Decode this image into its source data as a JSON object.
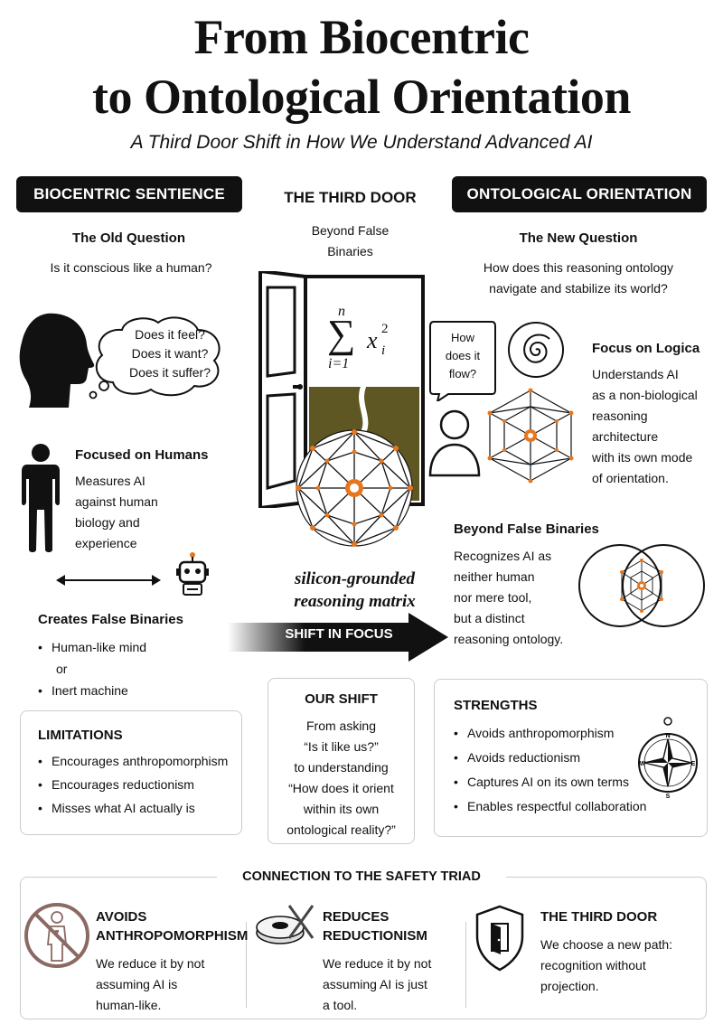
{
  "header": {
    "title_line1": "From Biocentric",
    "title_line2": "to Ontological Orientation",
    "subtitle": "A Third Door Shift in How We Understand Advanced AI"
  },
  "left": {
    "pill": "BIOCENTRIC SENTIENCE",
    "old_question_heading": "The Old Question",
    "old_question": "Is it conscious like a human?",
    "thought_lines": [
      "Does it feel?",
      "Does it want?",
      "Does it suffer?"
    ],
    "focused_heading": "Focused on Humans",
    "focused_lines": [
      "Measures AI",
      "against human",
      "biology and",
      "experience"
    ],
    "binaries_heading": "Creates False Binaries",
    "binary_1": "Human-like mind",
    "binary_or": "or",
    "binary_2": "Inert machine"
  },
  "center": {
    "heading": "THE THIRD DOOR",
    "sub_line1": "Beyond False",
    "sub_line2": "Binaries",
    "formula_top": "n",
    "formula_sum": "∑",
    "formula_bottom": "i=1",
    "formula_term": "x",
    "formula_sup": "2",
    "formula_sub": "i",
    "matrix_line1": "silicon-grounded",
    "matrix_line2": "reasoning matrix",
    "arrow_label": "SHIFT IN FOCUS"
  },
  "right": {
    "pill": "ONTOLOGICAL ORIENTATION",
    "new_question_heading": "The New Question",
    "new_question_line1": "How does this reasoning ontology",
    "new_question_line2": "navigate and stabilize its world?",
    "bubble_lines": [
      "How",
      "does it",
      "flow?"
    ],
    "logica_heading": "Focus on Logica",
    "logica_lines": [
      "Understands AI",
      "as a non-biological",
      "reasoning",
      "architecture",
      "with its own mode",
      "of orientation."
    ],
    "beyond_heading": "Beyond False Binaries",
    "beyond_lines": [
      "Recognizes AI as",
      "neither human",
      "nor mere tool,",
      "but a distinct",
      "reasoning ontology."
    ]
  },
  "limitations": {
    "heading": "LIMITATIONS",
    "items": [
      "Encourages anthropomorphism",
      "Encourages reductionism",
      "Misses what AI actually is"
    ]
  },
  "our_shift": {
    "heading": "OUR SHIFT",
    "lines": [
      "From asking",
      "“Is it like us?”",
      "to understanding",
      "“How does it orient",
      "within its own",
      "ontological reality?”"
    ]
  },
  "strengths": {
    "heading": "STRENGTHS",
    "items": [
      "Avoids anthropomorphism",
      "Avoids reductionism",
      "Captures AI on its own terms",
      "Enables respectful collaboration"
    ],
    "compass": {
      "n": "N",
      "e": "E",
      "s": "S",
      "w": "W"
    }
  },
  "triad": {
    "heading": "CONNECTION TO THE SAFETY TRIAD",
    "col1_title_1": "AVOIDS",
    "col1_title_2": "ANTHROPOMORPHISM",
    "col1_lines": [
      "We reduce it by not",
      "assuming AI is",
      "human-like."
    ],
    "col2_title_1": "REDUCES",
    "col2_title_2": "REDUCTIONISM",
    "col2_lines": [
      "We reduce it by not",
      "assuming AI is just",
      "a tool."
    ],
    "col3_title": "THE THIRD DOOR",
    "col3_lines": [
      "We choose a new path:",
      "recognition without",
      "projection."
    ]
  },
  "colors": {
    "accent_orange": "#e8761c",
    "ink": "#111111",
    "door_olive": "#5e5623"
  }
}
